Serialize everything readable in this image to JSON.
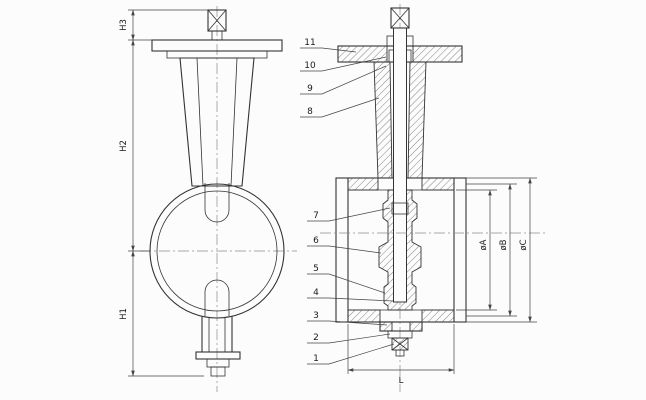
{
  "left_view": {
    "dim_h3": "H3",
    "dim_h2": "H2",
    "dim_h1": "H1"
  },
  "right_view": {
    "callouts": [
      "11",
      "10",
      "9",
      "8",
      "7",
      "6",
      "5",
      "4",
      "3",
      "2",
      "1"
    ],
    "dim_a": "øA",
    "dim_b": "øB",
    "dim_c": "øC",
    "dim_l": "L"
  }
}
